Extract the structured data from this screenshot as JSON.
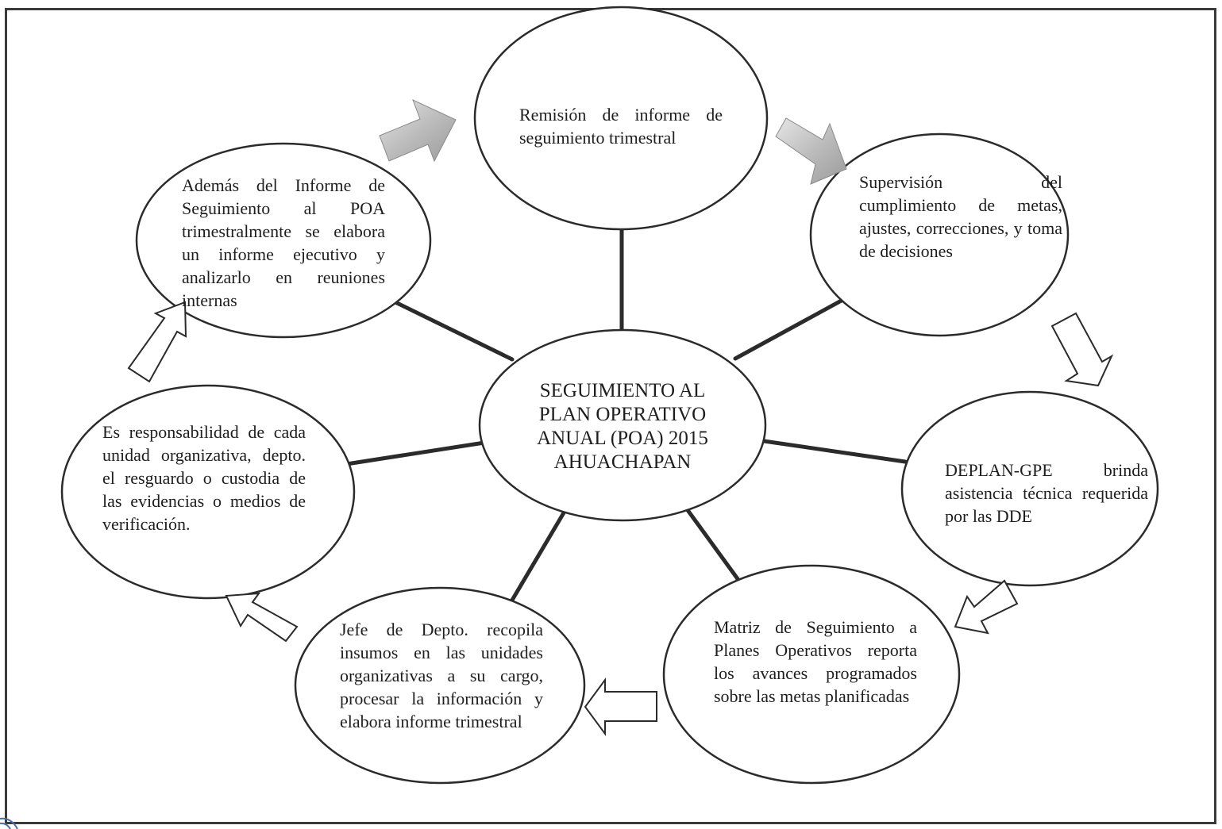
{
  "center": {
    "lines": [
      "SEGUIMIENTO AL",
      "PLAN OPERATIVO",
      "ANUAL (POA) 2015",
      "AHUACHAPAN"
    ]
  },
  "nodes": [
    {
      "id": "remision",
      "text": "Remisión de informe de seguimiento trimestral"
    },
    {
      "id": "supervision",
      "text": "Supervisión del cumplimiento de metas, ajustes, correcciones, y toma de decisiones"
    },
    {
      "id": "deplan",
      "text": "DEPLAN-GPE brinda asistencia técnica requerida por las DDE"
    },
    {
      "id": "matriz",
      "text": "Matriz de Seguimiento a Planes Operativos reporta los avances programados sobre las metas planificadas"
    },
    {
      "id": "jefe",
      "text": "Jefe de Depto. recopila insumos en las unidades organizativas a su cargo, procesar la información y elabora informe trimestral"
    },
    {
      "id": "responsabilidad",
      "text": "Es responsabilidad de cada unidad organizativa, depto. el resguardo o custodia de las evidencias o medios de verificación."
    },
    {
      "id": "ademas",
      "text": "Además del Informe de Seguimiento al POA trimestralmente se elabora un informe ejecutivo y analizarlo en reuniones internas"
    }
  ],
  "colors": {
    "outline": "#2b2b2b",
    "shaded_arrow": "#bdbdbd"
  }
}
